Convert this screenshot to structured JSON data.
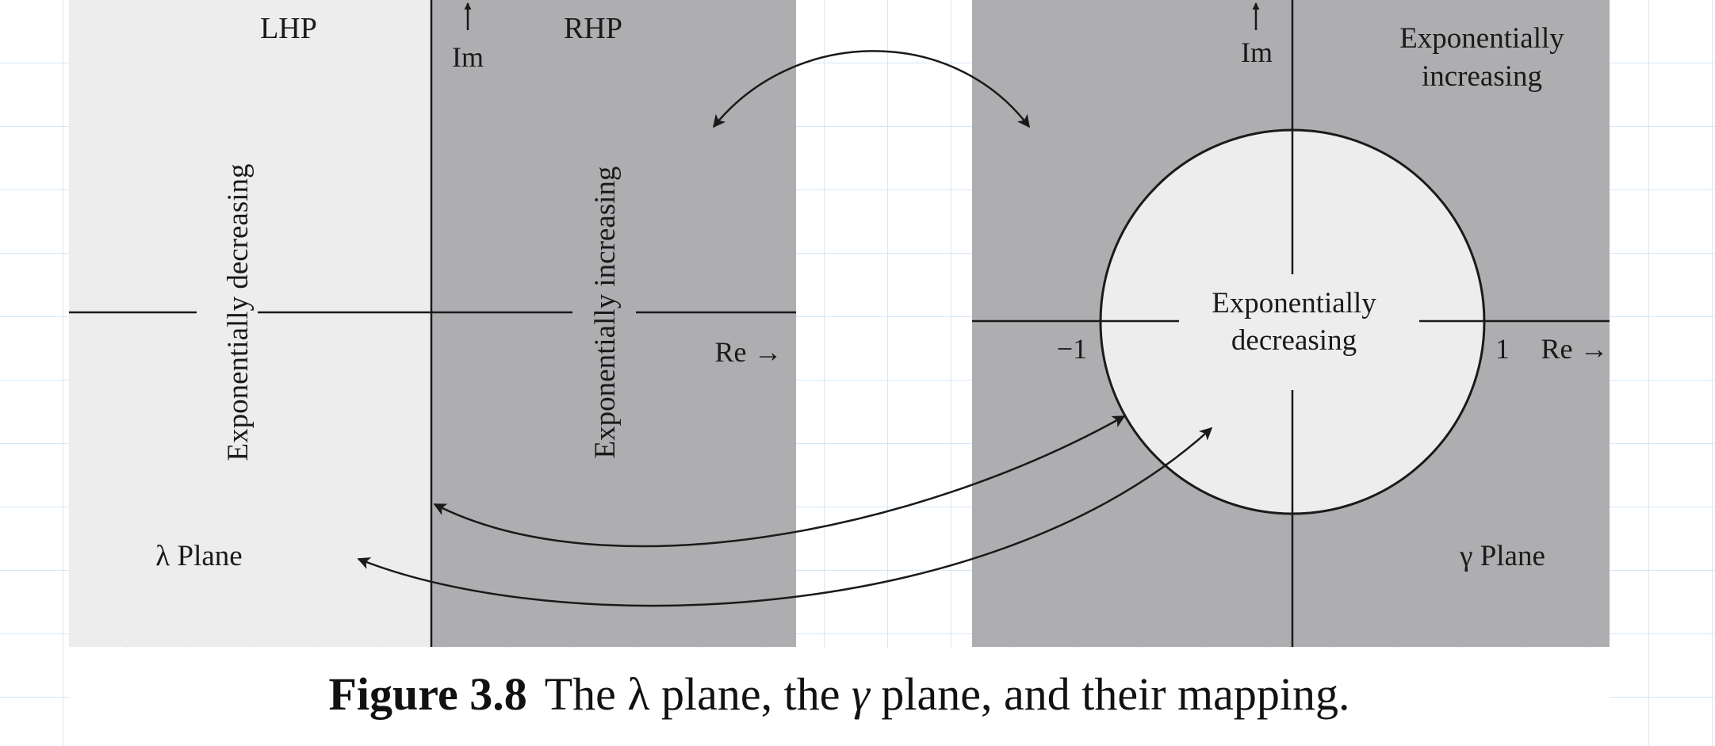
{
  "colors": {
    "light_region": "#ededed",
    "dark_region": "#aeaeb1",
    "ink": "#1a1a1a",
    "grid": "#d6e8f6"
  },
  "lambda_plane": {
    "lhp_label": "LHP",
    "rhp_label": "RHP",
    "im_label": "Im",
    "re_label": "Re →",
    "decreasing_label": "Exponentially decreasing",
    "increasing_label": "Exponentially increasing",
    "plane_label": "λ Plane"
  },
  "gamma_plane": {
    "im_label": "Im",
    "re_label": "Re →",
    "minus_one_label": "−1",
    "one_label": "1",
    "increasing_label_line1": "Exponentially",
    "increasing_label_line2": "increasing",
    "decreasing_label_line1": "Exponentially",
    "decreasing_label_line2": "decreasing",
    "plane_label": "γ Plane"
  },
  "caption": {
    "figure_label": "Figure 3.8",
    "text_part1": "The λ plane, the ",
    "gamma_symbol": "γ",
    "text_part2": " plane, and their mapping."
  }
}
